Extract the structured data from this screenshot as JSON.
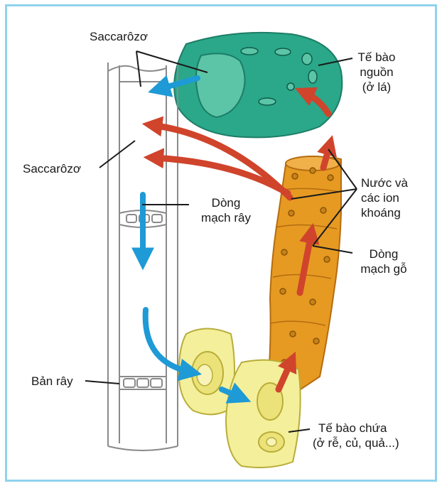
{
  "colors": {
    "frame": "#8fd3ee",
    "source_cell": "#2aa889",
    "source_nucleus": "#5cc5a7",
    "xylem": "#e69a22",
    "storage_cell": "#f4ef9a",
    "arrow_red": "#d0442c",
    "arrow_blue": "#1e9ad6",
    "sieve_tube": "#8a8a8a"
  },
  "labels": {
    "sucrose_top": "Saccarôzơ",
    "sucrose_left": "Saccarôzơ",
    "source_cell": [
      "Tế bào",
      "nguồn",
      "(ở lá)"
    ],
    "water_ions": [
      "Nước và",
      "các ion",
      "khoáng"
    ],
    "phloem_flow": [
      "Dòng",
      "mạch rây"
    ],
    "xylem_flow": [
      "Dòng",
      "mạch gỗ"
    ],
    "sieve_plate": "Bản rây",
    "storage_cell": [
      "Tế bào chứa",
      "(ở rễ, củ, quả...)"
    ]
  }
}
